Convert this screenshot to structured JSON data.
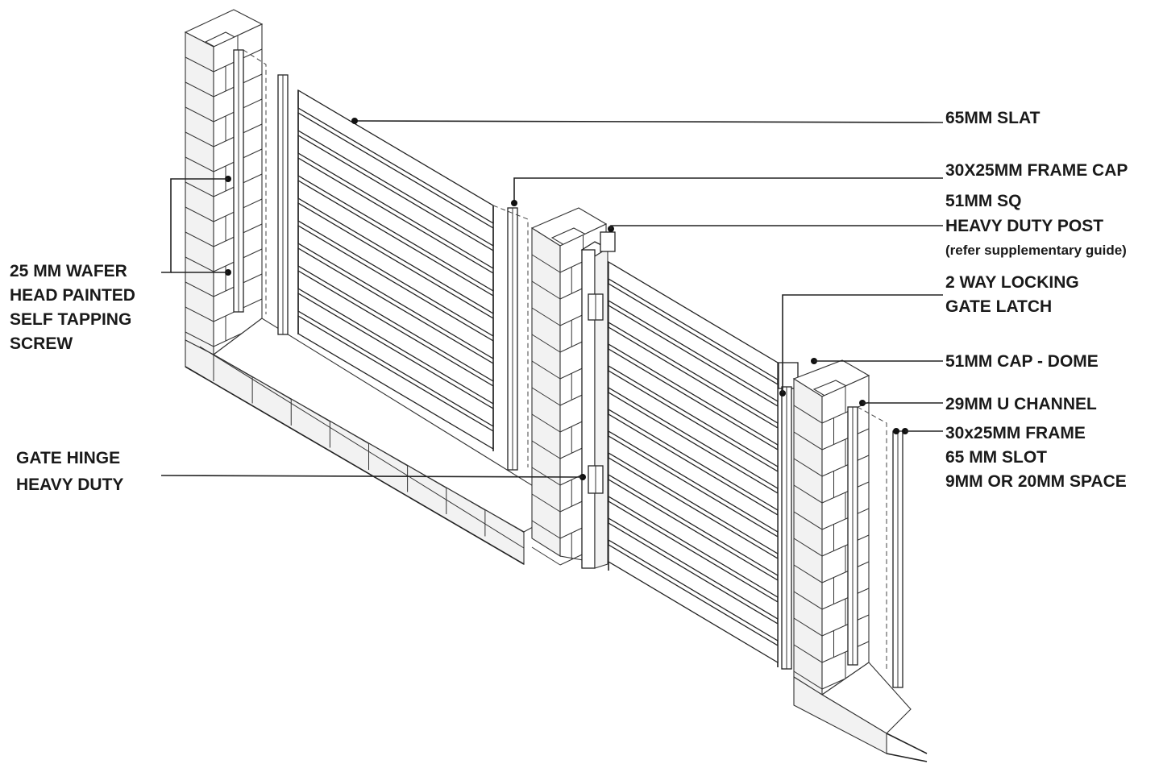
{
  "labels": {
    "slat": "65MM SLAT",
    "frame_cap": "30X25MM FRAME CAP",
    "post_line1": "51MM SQ",
    "post_line2": "HEAVY DUTY POST",
    "post_line3": "(refer supplementary guide)",
    "latch_line1": "2 WAY LOCKING",
    "latch_line2": "GATE LATCH",
    "cap_dome": "51MM CAP - DOME",
    "u_channel": "29MM U CHANNEL",
    "frame_line1": "30x25MM FRAME",
    "frame_line2": "65 MM SLOT",
    "frame_line3": "9MM OR 20MM SPACE",
    "screw_line1": "25 MM WAFER",
    "screw_line2": "HEAD PAINTED",
    "screw_line3": "SELF TAPPING",
    "screw_line4": "SCREW",
    "hinge_line1": "GATE HINGE",
    "hinge_line2": "HEAVY DUTY"
  },
  "colors": {
    "ink": "#1a1a1a",
    "background": "#ffffff",
    "shade": "#f2f2f2"
  }
}
